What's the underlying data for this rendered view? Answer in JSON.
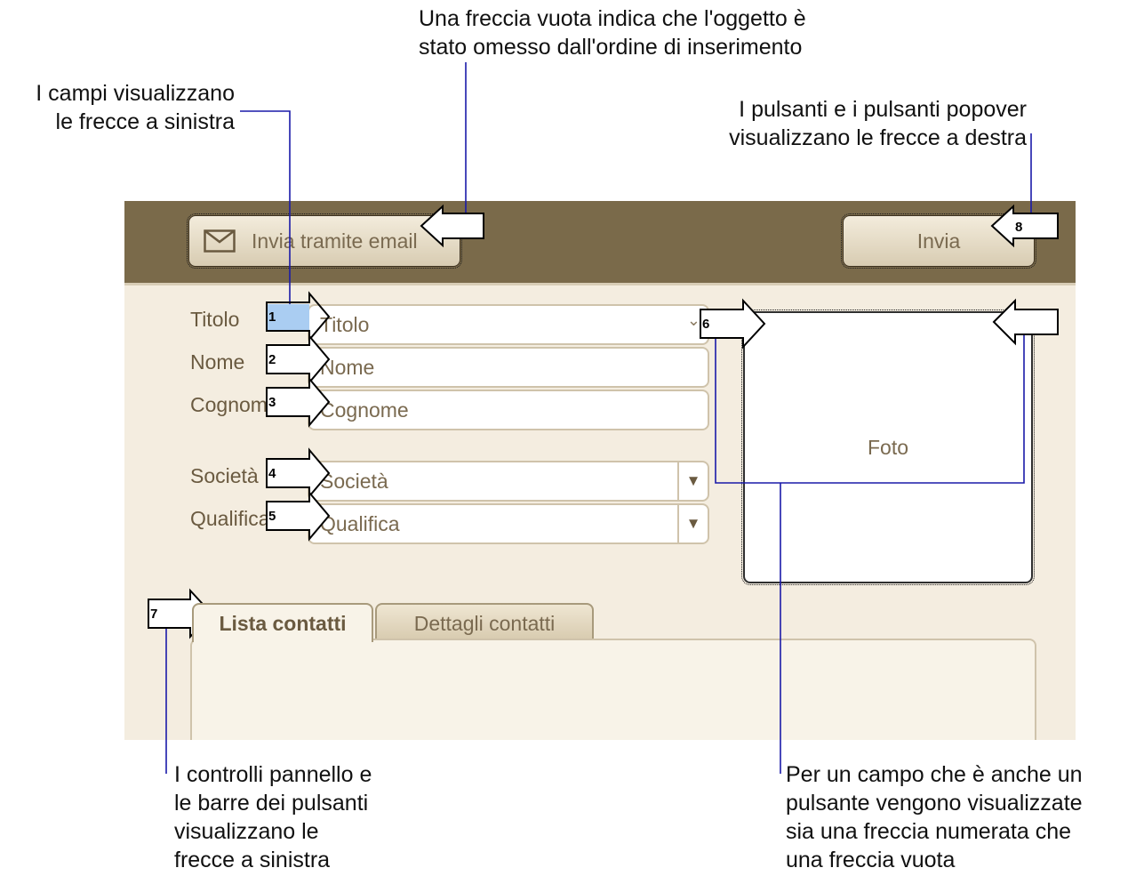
{
  "callouts": {
    "top_center": "Una freccia vuota indica che l'oggetto è\nstato omesso dall'ordine di inserimento",
    "top_left": "I campi visualizzano\nle frecce a sinistra",
    "top_right": "I pulsanti e i pulsanti popover\nvisualizzano le frecce a destra",
    "bottom_left": "I controlli pannello e\nle barre dei pulsanti\nvisualizzano le\nfrecce a sinistra",
    "bottom_right": "Per un campo che è anche un\npulsante vengono visualizzate\nsia una freccia numerata che\nuna freccia vuota"
  },
  "toolbar": {
    "email_button": "Invia tramite email",
    "send_button": "Invia",
    "envelope_icon": "envelope-icon"
  },
  "form": {
    "labels": {
      "title": "Titolo",
      "first_name": "Nome",
      "last_name": "Cognome",
      "company": "Società",
      "job_title": "Qualifica"
    },
    "fields": {
      "title": "Titolo",
      "first_name": "Nome",
      "last_name": "Cognome",
      "company": "Società",
      "job_title": "Qualifica"
    },
    "photo": "Foto"
  },
  "tabs": {
    "contact_list": "Lista contatti",
    "contact_details": "Dettagli contatti"
  },
  "tab_order_numbers": [
    "1",
    "2",
    "3",
    "4",
    "5",
    "6",
    "7",
    "8"
  ],
  "colors": {
    "toolbar": "#7a6a4a",
    "background": "#f4ede0",
    "callout_line": "#1a1aa8",
    "highlight": "#aacdf2"
  }
}
